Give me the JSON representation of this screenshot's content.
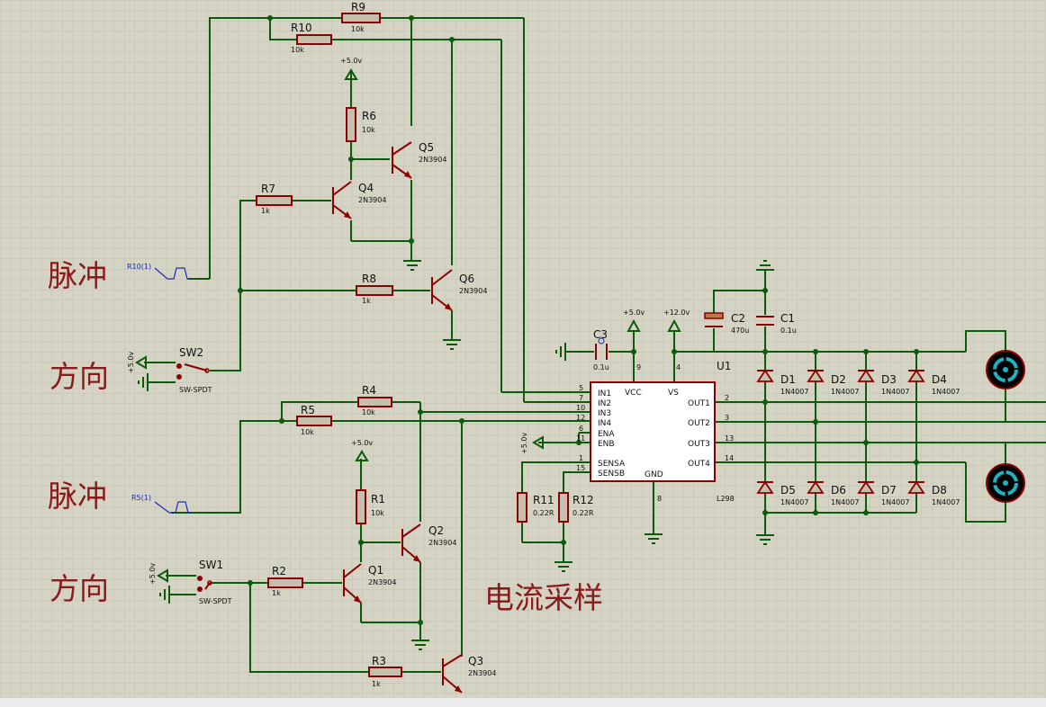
{
  "annotations": {
    "pulse_1": "脉冲",
    "direction_1": "方向",
    "pulse_2": "脉冲",
    "direction_2": "方向",
    "current_sampling": "电流采样"
  },
  "power": {
    "v5": "+5.0v",
    "v12": "+12.0v"
  },
  "generators": {
    "g1": "R10(1)",
    "g2": "R5(1)"
  },
  "components": {
    "R1": {
      "name": "R1",
      "value": "10k"
    },
    "R2": {
      "name": "R2",
      "value": "1k"
    },
    "R3": {
      "name": "R3",
      "value": "1k"
    },
    "R4": {
      "name": "R4",
      "value": "10k"
    },
    "R5": {
      "name": "R5",
      "value": "10k"
    },
    "R6": {
      "name": "R6",
      "value": "10k"
    },
    "R7": {
      "name": "R7",
      "value": "1k"
    },
    "R8": {
      "name": "R8",
      "value": "1k"
    },
    "R9": {
      "name": "R9",
      "value": "10k"
    },
    "R10": {
      "name": "R10",
      "value": "10k"
    },
    "R11": {
      "name": "R11",
      "value": "0.22R"
    },
    "R12": {
      "name": "R12",
      "value": "0.22R"
    },
    "Q1": {
      "name": "Q1",
      "value": "2N3904"
    },
    "Q2": {
      "name": "Q2",
      "value": "2N3904"
    },
    "Q3": {
      "name": "Q3",
      "value": "2N3904"
    },
    "Q4": {
      "name": "Q4",
      "value": "2N3904"
    },
    "Q5": {
      "name": "Q5",
      "value": "2N3904"
    },
    "Q6": {
      "name": "Q6",
      "value": "2N3904"
    },
    "SW1": {
      "name": "SW1",
      "value": "SW-SPDT"
    },
    "SW2": {
      "name": "SW2",
      "value": "SW-SPDT"
    },
    "C1": {
      "name": "C1",
      "value": "0.1u"
    },
    "C2": {
      "name": "C2",
      "value": "470u"
    },
    "C3": {
      "name": "C3",
      "value": "0.1u"
    },
    "D1": {
      "name": "D1",
      "value": "1N4007"
    },
    "D2": {
      "name": "D2",
      "value": "1N4007"
    },
    "D3": {
      "name": "D3",
      "value": "1N4007"
    },
    "D4": {
      "name": "D4",
      "value": "1N4007"
    },
    "D5": {
      "name": "D5",
      "value": "1N4007"
    },
    "D6": {
      "name": "D6",
      "value": "1N4007"
    },
    "D7": {
      "name": "D7",
      "value": "1N4007"
    },
    "D8": {
      "name": "D8",
      "value": "1N4007"
    }
  },
  "ic": {
    "name": "U1",
    "part": "L298",
    "pins_left": [
      "IN1",
      "IN2",
      "IN3",
      "IN4",
      "ENA",
      "ENB",
      "SENSA",
      "SENSB"
    ],
    "pins_left_numbers": [
      "5",
      "7",
      "10",
      "12",
      "6",
      "11",
      "1",
      "15"
    ],
    "pins_right": [
      "OUT1",
      "OUT2",
      "OUT3",
      "OUT4"
    ],
    "pins_right_numbers": [
      "2",
      "3",
      "13",
      "14"
    ],
    "top_labels": [
      "VCC",
      "VS"
    ],
    "top_numbers": [
      "9",
      "4"
    ],
    "bottom_label": "GND",
    "bottom_number": "8"
  }
}
